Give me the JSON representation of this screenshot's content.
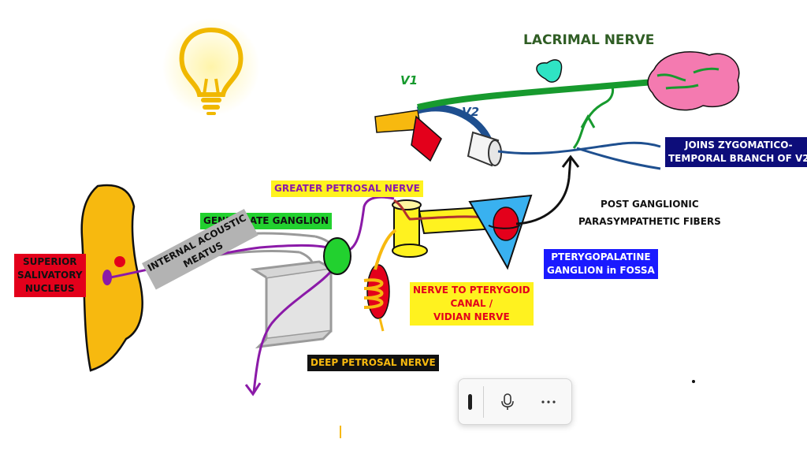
{
  "labels": {
    "lacrimal_nerve": "LACRIMAL NERVE",
    "v1": "V1",
    "v2": "V2",
    "superior_salivatory_nucleus": [
      "SUPERIOR",
      "SALIVATORY",
      "NUCLEUS"
    ],
    "geniculate_ganglion": "GENICULATE GANGLION",
    "greater_petrosal_nerve": "GREATER PETROSAL NERVE",
    "internal_acoustic_meatus": [
      "INTERNAL ACOUSTIC",
      "MEATUS"
    ],
    "nerve_to_pterygoid": [
      "NERVE TO PTERYGOID",
      "CANAL /",
      "VIDIAN NERVE"
    ],
    "deep_petrosal_nerve": "DEEP PETROSAL NERVE",
    "pterygopalatine_ganglion": [
      "PTERYGOPALATINE",
      "GANGLION in FOSSA"
    ],
    "post_ganglionic": [
      "POST GANGLIONIC",
      "PARASYMPATHETIC FIBERS"
    ],
    "joins_zygomatico": [
      "JOINS ZYGOMATICO-",
      "TEMPORAL BRANCH OF V2"
    ]
  },
  "colors": {
    "lacrimal_text": "#2f5d24",
    "red_label_bg": "#e3001b",
    "green_label_bg": "#22d12f",
    "yellow_label_bg": "#fff21f",
    "blue_label_bg": "#1a1aff",
    "navy_label_bg": "#0d0d7a",
    "gray_label_bg": "#b3b3b3",
    "purple_nerve": "#8b1aa8",
    "green_nerve": "#179a2e",
    "blue_nerve": "#1e4f8f",
    "gland_pink": "#f47ab0",
    "brainstem_yellow": "#f7b90f",
    "bulb_yellow": "#f8d21a"
  },
  "toolbar": {
    "handle_icon": "drag-handle-icon",
    "mic_icon": "microphone-icon",
    "more_icon": "more-options-icon"
  }
}
